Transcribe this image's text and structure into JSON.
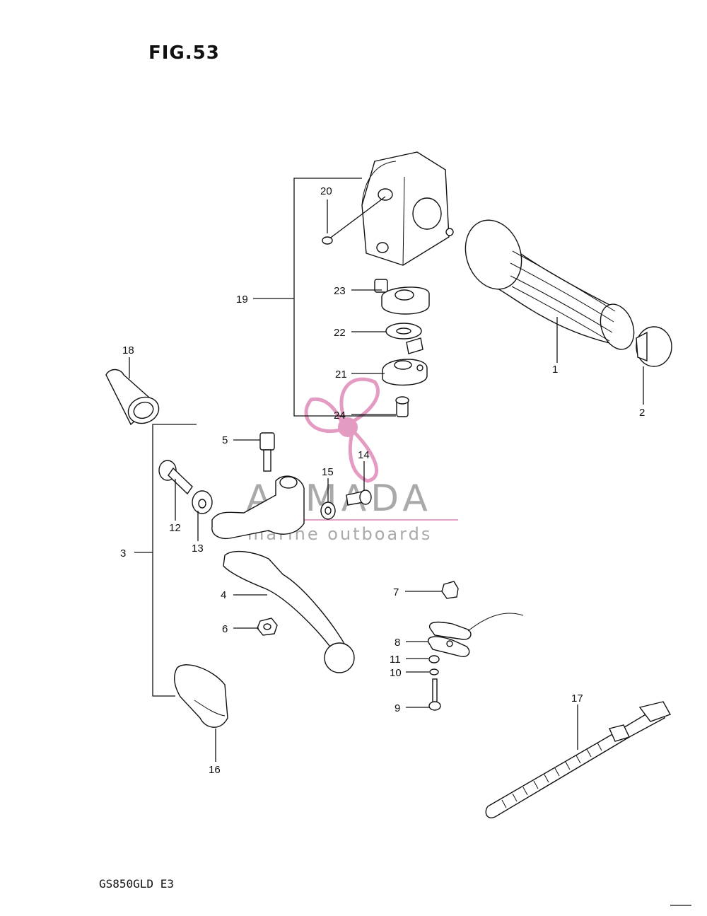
{
  "figure": {
    "title": "FIG.53",
    "model_code": "GS850GLD E3"
  },
  "watermark": {
    "name": "ARMADA",
    "tagline": "marine outboards",
    "accent_color": "#e08ab8"
  },
  "callouts": {
    "c1": "1",
    "c2": "2",
    "c3": "3",
    "c4": "4",
    "c5": "5",
    "c6": "6",
    "c7": "7",
    "c8": "8",
    "c9": "9",
    "c10": "10",
    "c11": "11",
    "c12": "12",
    "c13": "13",
    "c14": "14",
    "c15": "15",
    "c16": "16",
    "c17": "17",
    "c18": "18",
    "c19": "19",
    "c20": "20",
    "c21": "21",
    "c22": "22",
    "c23": "23",
    "c24": "24"
  }
}
